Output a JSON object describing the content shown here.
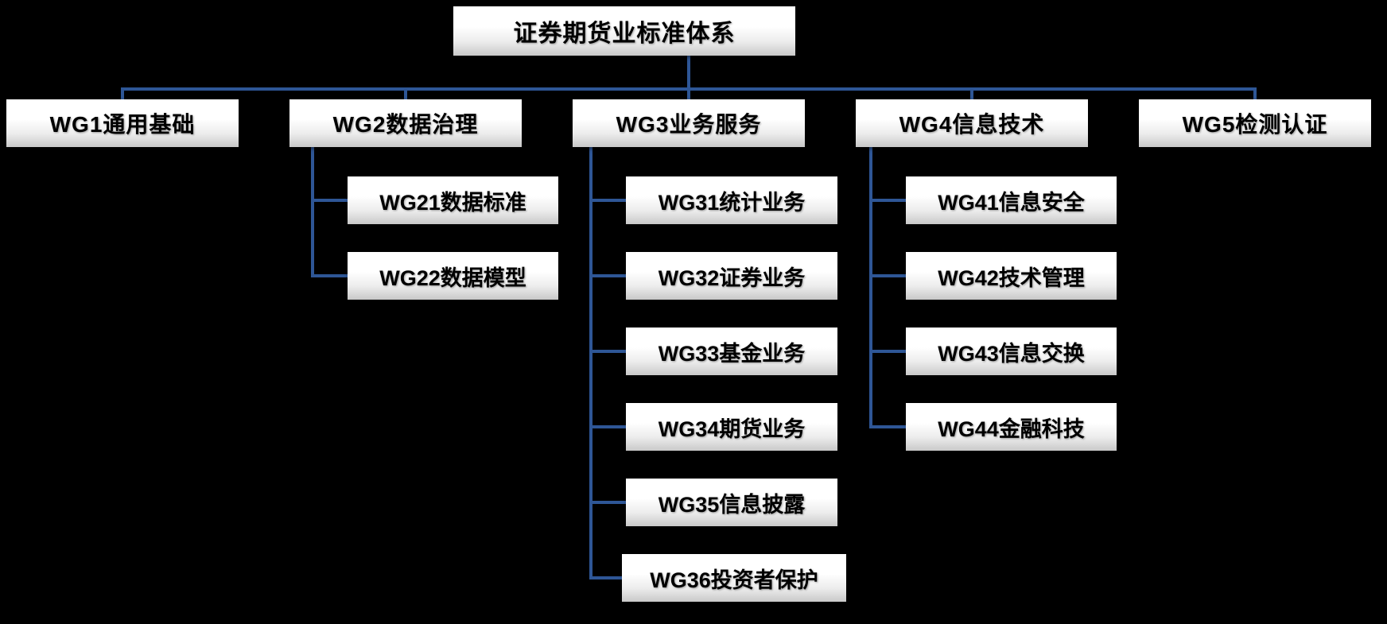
{
  "diagram": {
    "root": "证券期货业标准体系",
    "groups": [
      {
        "label": "WG1通用基础",
        "children": []
      },
      {
        "label": "WG2数据治理",
        "children": [
          "WG21数据标准",
          "WG22数据模型"
        ]
      },
      {
        "label": "WG3业务服务",
        "children": [
          "WG31统计业务",
          "WG32证券业务",
          "WG33基金业务",
          "WG34期货业务",
          "WG35信息披露",
          "WG36投资者保护"
        ]
      },
      {
        "label": "WG4信息技术",
        "children": [
          "WG41信息安全",
          "WG42技术管理",
          "WG43信息交换",
          "WG44金融科技"
        ]
      },
      {
        "label": "WG5检测认证",
        "children": []
      }
    ],
    "colors": {
      "connector": "#2e5696",
      "background": "#000000",
      "box_top": "#ffffff",
      "box_bottom": "#c9c9c9",
      "text": "#000000"
    }
  }
}
